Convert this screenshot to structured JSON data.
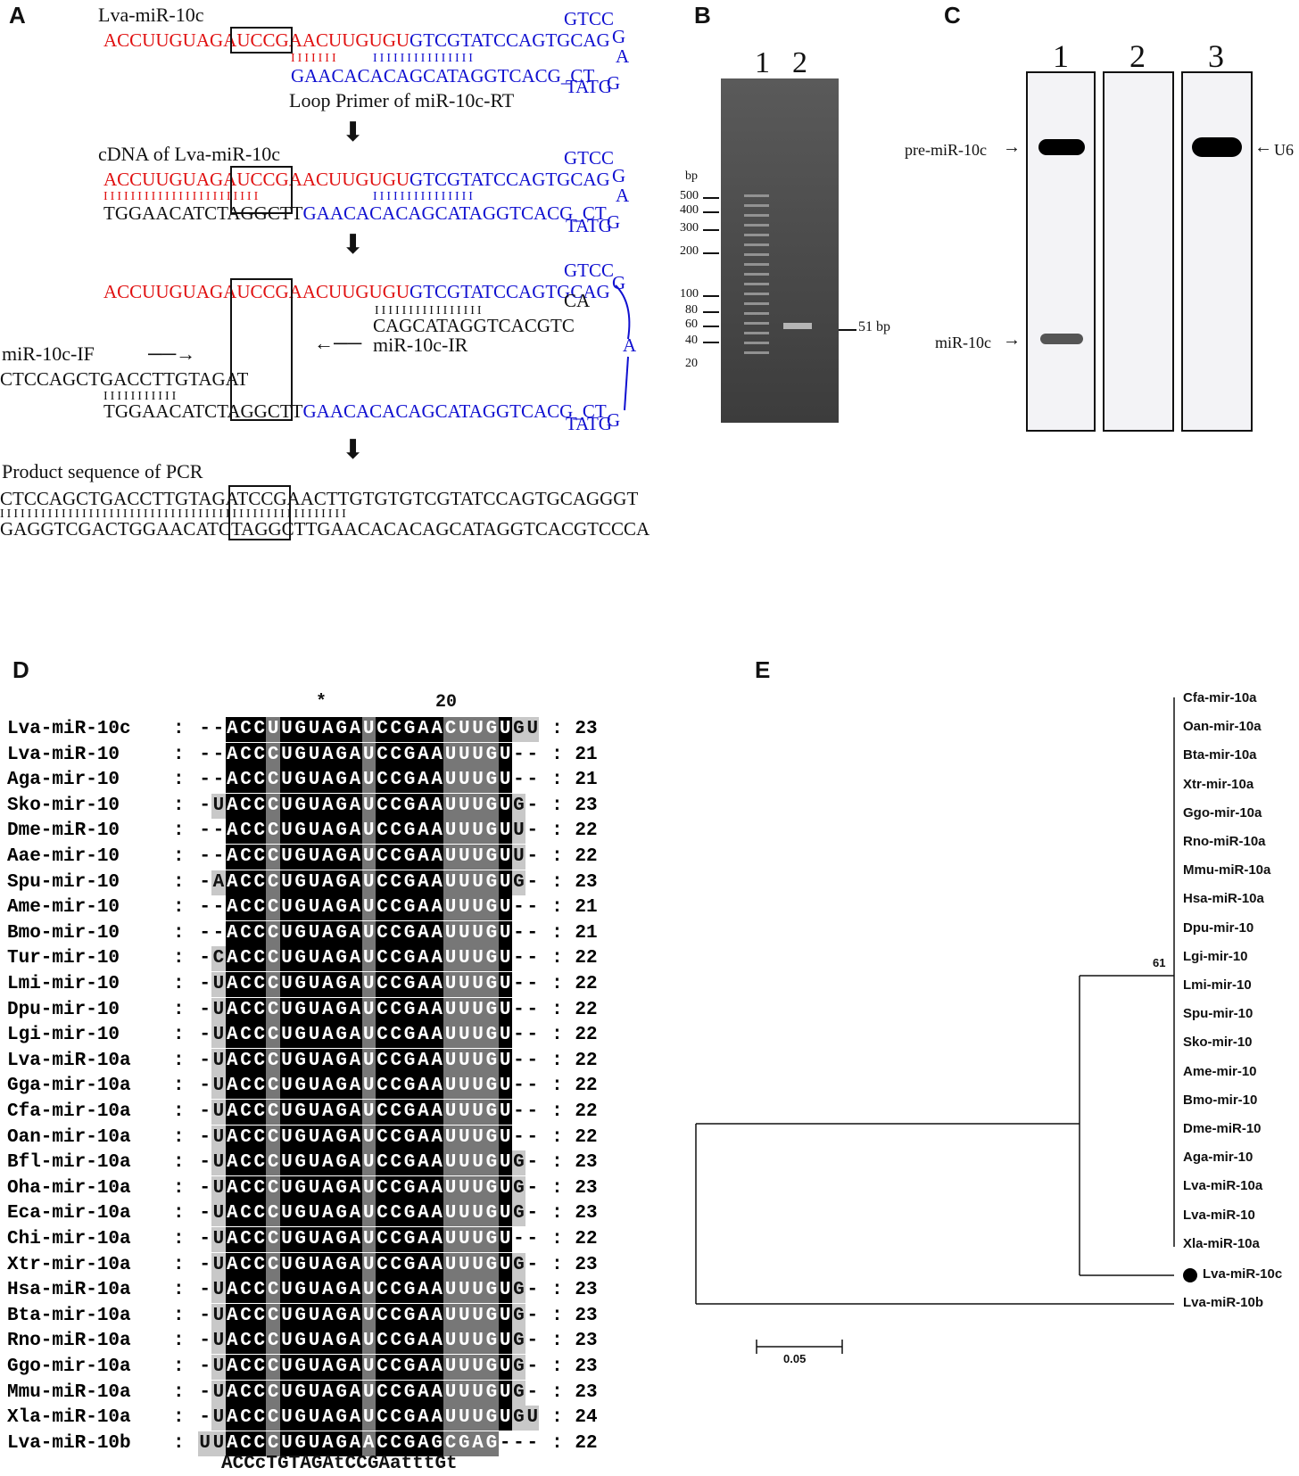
{
  "panels": {
    "A": "A",
    "B": "B",
    "C": "C",
    "D": "D",
    "E": "E"
  },
  "panelA": {
    "step1_title": "Lva-miR-10c",
    "mirna_prefix": "ACCUUGUAGAU",
    "mirna_box": "CCGAA",
    "mirna_suffix": "CUUGUGU",
    "loop_top": "GTCGTATCCAGTGCAG",
    "loop_bottom": "GAACACACAGCATAGGTCACG_CT",
    "loop_arc_top": "GTCC",
    "loop_arc_g": "G",
    "loop_arc_a": "A",
    "loop_arc_bottom": "TATG",
    "loop_arc_g2": "G",
    "step1_caption": "Loop Primer of miR-10c-RT",
    "step2_title": "cDNA of Lva-miR-10c",
    "cdna_prefix": "TGGAACATCTA",
    "cdna_box": "GGCTT",
    "step3_top_loop": "GTCGTATCCAGTGCAG",
    "step3_ir": "CAGCATAGGTCACGTC",
    "step3_cca": "CA",
    "ir_label": "miR-10c-IR",
    "if_label": "miR-10c-IF",
    "if_seq": "CTCCAGCTGACCTTGTAGAT",
    "step4_title": "Product sequence of PCR",
    "pcr_top_a": "CTCCAGCTGACCTTGTAGAT",
    "pcr_top_box": "CCGAA",
    "pcr_top_b": "CTTGTGTGTCGTATCCAGTGCAGGGT",
    "pcr_bot_a": "GAGGTCGACTGGAACATCTA",
    "pcr_bot_box": "GGCTT",
    "pcr_bot_b": "GAACACACAGCATAGGTCACGTCCCA"
  },
  "panelB": {
    "lane1": "1",
    "lane2": "2",
    "bp": "bp",
    "ladder": [
      "500",
      "400",
      "300",
      "200",
      "100",
      "80",
      "60",
      "40",
      "20"
    ],
    "band_label": "51 bp"
  },
  "panelC": {
    "lanes": [
      "1",
      "2",
      "3"
    ],
    "pre_label": "pre-miR-10c",
    "mir_label": "miR-10c",
    "u6_label": "U6"
  },
  "panelD": {
    "star": "*",
    "pos20": "20",
    "rows": [
      {
        "name": "Lva-miR-10c",
        "seq": "--ACCUUGUAGAUCCGAACUUGUGU",
        "n": "23"
      },
      {
        "name": "Lva-miR-10",
        "seq": "--ACCCUGUAGAUCCGAAUUUGU--",
        "n": "21"
      },
      {
        "name": "Aga-mir-10",
        "seq": "--ACCCUGUAGAUCCGAAUUUGU--",
        "n": "21"
      },
      {
        "name": "Sko-mir-10",
        "seq": "-UACCCUGUAGAUCCGAAUUUGUG-",
        "n": "23"
      },
      {
        "name": "Dme-miR-10",
        "seq": "--ACCCUGUAGAUCCGAAUUUGUU-",
        "n": "22"
      },
      {
        "name": "Aae-mir-10",
        "seq": "--ACCCUGUAGAUCCGAAUUUGUU-",
        "n": "22"
      },
      {
        "name": "Spu-mir-10",
        "seq": "-AACCCUGUAGAUCCGAAUUUGUG-",
        "n": "23"
      },
      {
        "name": "Ame-mir-10",
        "seq": "--ACCCUGUAGAUCCGAAUUUGU--",
        "n": "21"
      },
      {
        "name": "Bmo-mir-10",
        "seq": "--ACCCUGUAGAUCCGAAUUUGU--",
        "n": "21"
      },
      {
        "name": "Tur-mir-10",
        "seq": "-CACCCUGUAGAUCCGAAUUUGU--",
        "n": "22"
      },
      {
        "name": "Lmi-mir-10",
        "seq": "-UACCCUGUAGAUCCGAAUUUGU--",
        "n": "22"
      },
      {
        "name": "Dpu-mir-10",
        "seq": "-UACCCUGUAGAUCCGAAUUUGU--",
        "n": "22"
      },
      {
        "name": "Lgi-mir-10",
        "seq": "-UACCCUGUAGAUCCGAAUUUGU--",
        "n": "22"
      },
      {
        "name": "Lva-miR-10a",
        "seq": "-UACCCUGUAGAUCCGAAUUUGU--",
        "n": "22"
      },
      {
        "name": "Gga-mir-10a",
        "seq": "-UACCCUGUAGAUCCGAAUUUGU--",
        "n": "22"
      },
      {
        "name": "Cfa-mir-10a",
        "seq": "-UACCCUGUAGAUCCGAAUUUGU--",
        "n": "22"
      },
      {
        "name": "Oan-mir-10a",
        "seq": "-UACCCUGUAGAUCCGAAUUUGU--",
        "n": "22"
      },
      {
        "name": "Bfl-mir-10a",
        "seq": "-UACCCUGUAGAUCCGAAUUUGUG-",
        "n": "23"
      },
      {
        "name": "Oha-mir-10a",
        "seq": "-UACCCUGUAGAUCCGAAUUUGUG-",
        "n": "23"
      },
      {
        "name": "Eca-mir-10a",
        "seq": "-UACCCUGUAGAUCCGAAUUUGUG-",
        "n": "23"
      },
      {
        "name": "Chi-mir-10a",
        "seq": "-UACCCUGUAGAUCCGAAUUUGU--",
        "n": "22"
      },
      {
        "name": "Xtr-mir-10a",
        "seq": "-UACCCUGUAGAUCCGAAUUUGUG-",
        "n": "23"
      },
      {
        "name": "Hsa-miR-10a",
        "seq": "-UACCCUGUAGAUCCGAAUUUGUG-",
        "n": "23"
      },
      {
        "name": "Bta-mir-10a",
        "seq": "-UACCCUGUAGAUCCGAAUUUGUG-",
        "n": "23"
      },
      {
        "name": "Rno-miR-10a",
        "seq": "-UACCCUGUAGAUCCGAAUUUGUG-",
        "n": "23"
      },
      {
        "name": "Ggo-mir-10a",
        "seq": "-UACCCUGUAGAUCCGAAUUUGUG-",
        "n": "23"
      },
      {
        "name": "Mmu-miR-10a",
        "seq": "-UACCCUGUAGAUCCGAAUUUGUG-",
        "n": "23"
      },
      {
        "name": "Xla-miR-10a",
        "seq": "-UACCCUGUAGAUCCGAAUUUGUGU",
        "n": "24"
      },
      {
        "name": "Lva-miR-10b",
        "seq": "UUACCCUGUAGAACCGAGCGAG---",
        "n": "22"
      }
    ],
    "consensus": "ACCcTGTAGAtCCGAatttGt"
  },
  "panelE": {
    "leaves": [
      "Cfa-mir-10a",
      "Oan-mir-10a",
      "Bta-mir-10a",
      "Xtr-mir-10a",
      "Ggo-mir-10a",
      "Rno-miR-10a",
      "Mmu-miR-10a",
      "Hsa-miR-10a",
      "Dpu-mir-10",
      "Lgi-mir-10",
      "Lmi-mir-10",
      "Spu-mir-10",
      "Sko-mir-10",
      "Ame-mir-10",
      "Bmo-mir-10",
      "Dme-miR-10",
      "Aga-mir-10",
      "Lva-miR-10a",
      "Lva-miR-10",
      "Xla-miR-10a"
    ],
    "target": "Lva-miR-10c",
    "outgroup": "Lva-miR-10b",
    "bootstrap": "61",
    "scale": "0.05"
  }
}
